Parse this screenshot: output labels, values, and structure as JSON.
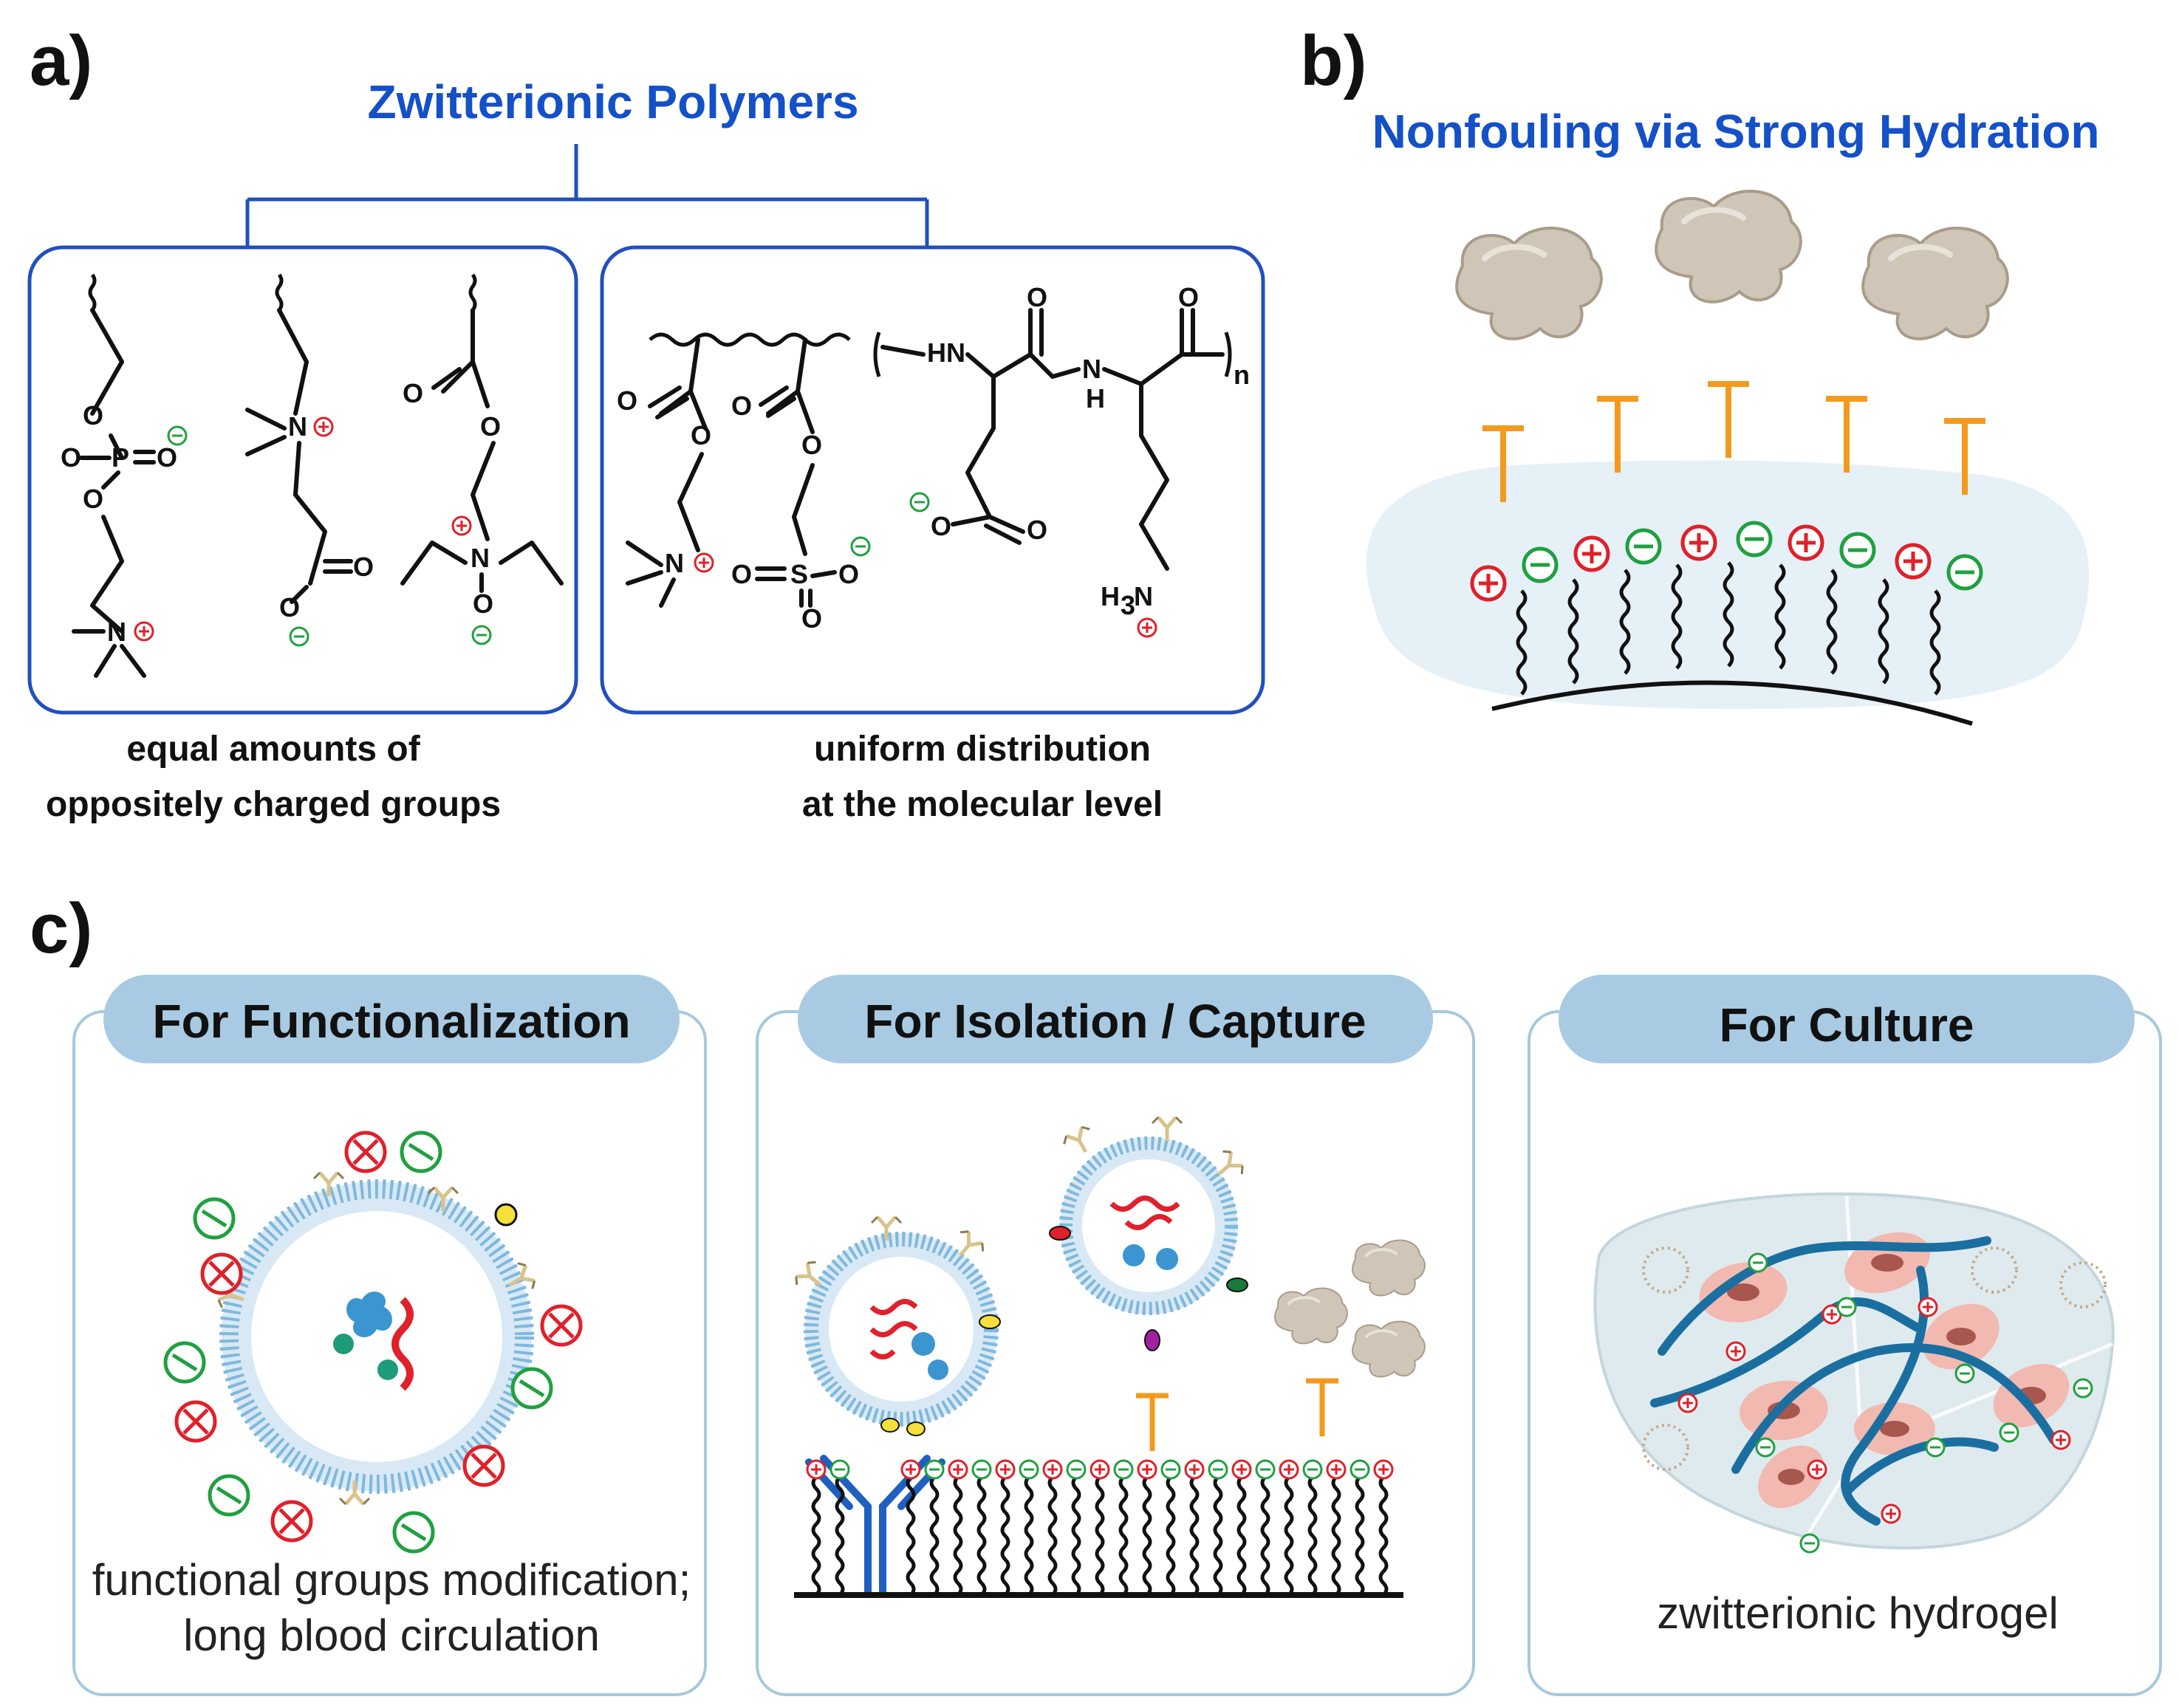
{
  "panels": {
    "a": {
      "letter": "a)",
      "title": "Zwitterionic Polymers",
      "left_caption": [
        "equal amounts of",
        "oppositely charged groups"
      ],
      "right_caption": [
        "uniform distribution",
        "at the molecular level"
      ],
      "chem_labels": {
        "phosphorus": "P",
        "oxygen": "O",
        "nitrogen": "N",
        "hn": "HN",
        "nh_n": "N",
        "nh_h": "H",
        "sulfur": "S",
        "amine": "H",
        "amine_sub": "3",
        "amine_n": "N",
        "repeat": "n"
      }
    },
    "b": {
      "letter": "b)",
      "title": "Nonfouling via Strong Hydration"
    },
    "c": {
      "letter": "c)",
      "tabs": [
        {
          "label": "For Functionalization",
          "caption": [
            "functional groups modification;",
            "long blood circulation"
          ]
        },
        {
          "label": "For Isolation / Capture",
          "caption": []
        },
        {
          "label": "For Culture",
          "caption": [
            "zwitterionic hydrogel"
          ]
        }
      ]
    }
  },
  "colors": {
    "title_blue": "#1450c8",
    "box_blue": "#2050c0",
    "positive_red": "#e0202a",
    "negative_green": "#20a040",
    "tab_fill": "#a8cbe3",
    "card_border": "#a6c9dc",
    "protein_tan": "#c9bfb0",
    "linker_orange": "#f39a1e",
    "membrane_blue": "#7fb8dd",
    "hydration_blue": "#e6f0f7",
    "polymer_teal": "#1a6fa0",
    "cell_pink": "#f2b9b1",
    "nucleus_brown": "#a8574e"
  },
  "icons": [
    "positive-charge-icon",
    "negative-charge-icon",
    "protein-icon",
    "liposome-icon",
    "antibody-icon",
    "cell-icon"
  ]
}
